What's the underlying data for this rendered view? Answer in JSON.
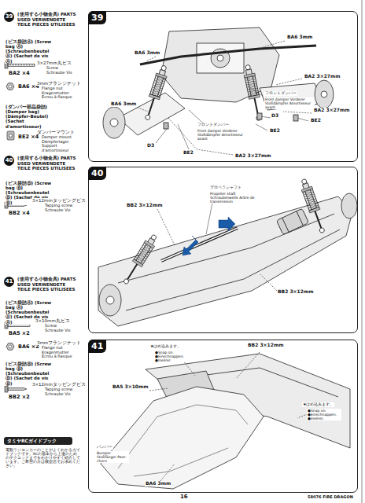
{
  "diagram": {
    "nodes": [
      {
        "text": [
          "39",
          "(使用する小物金具) PARTS USED VERWENDETE TEILE PIECES UTILISEES"
        ]
      },
      {
        "text": [
          "39"
        ]
      },
      {
        "text": [
          "40",
          "(使用する小物金具) PARTS USED VERWENDETE TEILE PIECES UTILISEES"
        ]
      },
      {
        "text": [
          "40"
        ]
      },
      {
        "text": [
          "41",
          "(使用する小物金具) PARTS USED VERWENDETE TEILE PIECES UTILISEES"
        ]
      },
      {
        "text": [
          "41"
        ]
      },
      {
        "text": [
          "タミヤRCガイドブック"
        ]
      }
    ],
    "labels": [
      "(ビス袋詰Ⓐ) (Screw bag Ⓐ) (Schraubenbeutel Ⓐ) (Sachet de vis Ⓐ)",
      "3×27mm丸ビス",
      "Screw Schraube Vis",
      "BA2 ×4",
      "BA6 ×4",
      "3mmフランジナット",
      "Flange nut Kragenmutter Ecrou à flasque",
      "(ダンパー部品袋詰) (Damper bag) (Dämpfer-Beutel) (Sachet d'amortisseur)",
      "BE2 ×4",
      "ダンパーマウント",
      "Damper mount Dämpferlager Support d'amortisseur",
      "(ビス袋詰Ⓑ) (Screw bag Ⓑ) (Schraubenbeutel Ⓑ) (Sachet de vis Ⓑ)",
      "3×12mmタッピングビス",
      "Tapping screw Schraube Vis",
      "BB2 ×4",
      "(ビス袋詰Ⓐ) (Screw bag Ⓐ) (Schraubenbeutel Ⓐ) (Sachet de vis Ⓐ)",
      "3×10mm丸ビス",
      "Screw Schraube Vis",
      "BA5 ×2",
      "BA6 ×2",
      "3mmフランジナット",
      "Flange nut Kragenmutter Ecrou à flasque",
      "(ビス袋詰Ⓑ) (Screw bag Ⓑ) (Schraubenbeutel Ⓑ) (Sachet de vis Ⓑ)",
      "3×12mmタッピングビス",
      "Tapping screw Schraube Vis",
      "BB2 ×2",
      "電動ラジコンカーのことがよくわかるガイドブックです。RCの基本から上達のためのテクニックまでをわかりやすく紹介しています。ご希望の方は模型店でお求めください。",
      "BA6 3mm",
      "BA6 3mm",
      "BA6 3mm",
      "BA2 3×27mm",
      "フロントダンパー",
      "Front damper Vorderer Stoßdämpfer Amortisseur avant",
      "D3",
      "BE2",
      "BE2",
      "BA2 3×27mm",
      "フロントダンパー",
      "Front damper Vorderer Stoßdämpfer Amortisseur avant",
      "D3",
      "BE2",
      "BA2 3×27mm",
      "プロペラシャフト",
      "Propeller shaft Schraubenwelle Arbre de transmission",
      "BB2 3×12mm",
      "BB2 3×12mm",
      "★はめ込みます。",
      "●Snap on. ●Einschnappen. ●Insérer.",
      "BB2 3×12mm",
      "BA5 3×10mm",
      "★はめ込みます。",
      "●Snap on. ●Einschnappen. ●Insérer.",
      "バンパー",
      "Bumper Stoßfänger Pare-chocs",
      "BA6 3mm",
      "16",
      "58076 FIRE DRAGON"
    ]
  }
}
